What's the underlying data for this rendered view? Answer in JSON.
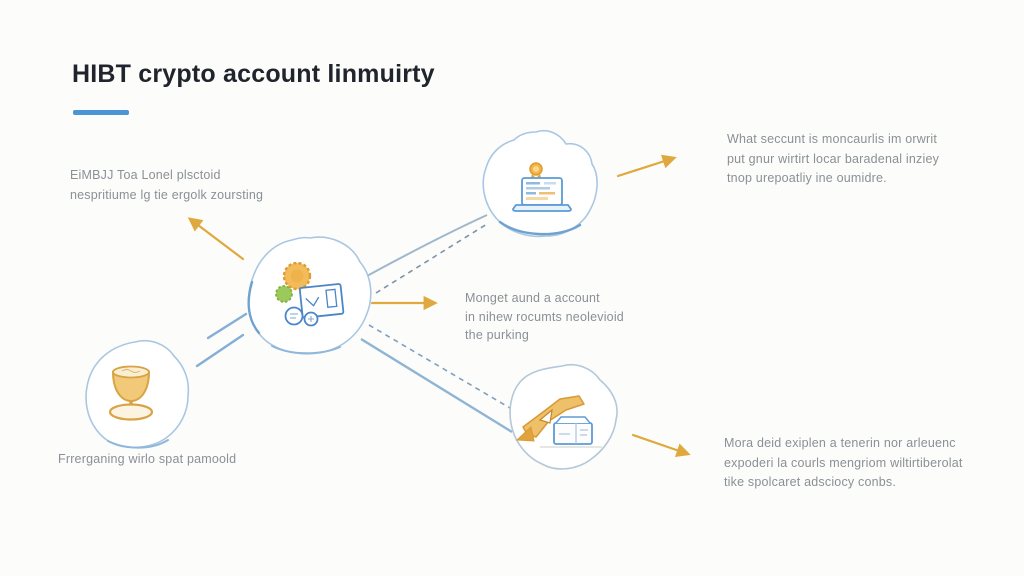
{
  "page": {
    "background": "#fcfcfa"
  },
  "title": {
    "text": "HIBT crypto account linmuirty",
    "underline_color": "#4b94d6"
  },
  "annotations": {
    "top_left": {
      "lines": [
        "EiMBJJ Toa Lonel plsctoid",
        "nespritiume lg tie ergolk zoursting"
      ]
    },
    "top_right": {
      "lines": [
        "What seccunt is moncaurlis im orwrit",
        "put gnur wirtirt locar baradenal inziey",
        "tnop urepoatliy ine oumidre."
      ]
    },
    "center": {
      "lines": [
        "Monget aund a account",
        "in nihew rocumts neolevioid",
        "the purking"
      ]
    },
    "bottom_left": {
      "lines": [
        "Frrerganing wirlo spat pamoold"
      ]
    },
    "bottom_right": {
      "lines": [
        "Mora deid exiplen a tenerin nor arleuenc",
        "expoderi la courls mengriom wiltirtiberolat",
        "tike spolcaret adsciocy conbs."
      ]
    }
  },
  "nodes": [
    {
      "id": "hub",
      "icon": "documents-cluster-icon"
    },
    {
      "id": "laptop",
      "icon": "laptop-badge-icon"
    },
    {
      "id": "trophy",
      "icon": "trophy-goblet-icon"
    },
    {
      "id": "delivery",
      "icon": "excavator-box-icon"
    }
  ],
  "colors": {
    "title_dark": "#20242c",
    "accent_blue": "#4b94d6",
    "blob_stroke": "#a9c7e2",
    "blob_stroke_dark": "#6fa3cf",
    "arrow_gold": "#dfa93f",
    "icon_blue": "#5b9bd5",
    "icon_gold": "#d8a344",
    "icon_orange": "#e8a93e",
    "icon_green": "#8bc34a",
    "text_gray": "#8a9097"
  }
}
